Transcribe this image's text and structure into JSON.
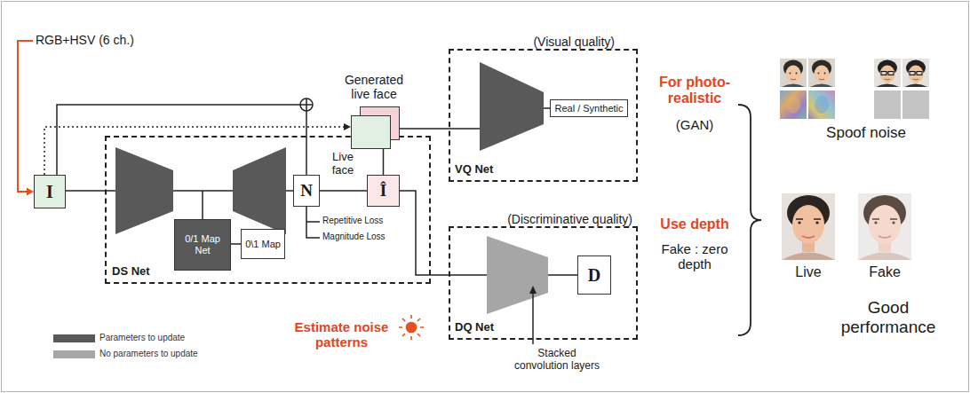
{
  "diagram": {
    "nodes": [
      {
        "text": [
          "I"
        ]
      },
      {
        "text": [
          "DS Net"
        ]
      },
      {
        "text": [
          "0/1 Map Net"
        ],
        "in": 1
      },
      {
        "text": [
          "0\\1 Map"
        ],
        "in": 1
      },
      {
        "text": [
          "N"
        ],
        "in": 1
      },
      {
        "text": [
          "Î"
        ],
        "in": 1
      },
      {
        "text": [
          "Generated live face"
        ]
      },
      {
        "text": [
          "(Visual quality)",
          "VQ Net"
        ]
      },
      {
        "text": [
          "Real / Synthetic"
        ],
        "in": 7
      },
      {
        "text": [
          "(Discriminative quality)",
          "DQ Net"
        ]
      },
      {
        "text": [
          "D"
        ],
        "in": 9
      }
    ],
    "edges": [
      {
        "from": 0,
        "to": 6,
        "arrow": "to"
      },
      {
        "from": 2,
        "to": 3,
        "arrow": "none"
      },
      {
        "from": 4,
        "to": 5,
        "arrow": "none"
      },
      {
        "from": 5,
        "to": 6,
        "arrow": "none"
      },
      {
        "from": 6,
        "to": 7,
        "arrow": "none"
      },
      {
        "from": 5,
        "to": 9,
        "arrow": "none"
      }
    ],
    "labels": [
      "RGB+HSV (6 ch.)",
      "Live face",
      "Repetitive Loss",
      "Magnitude Loss",
      "Estimate noise patterns",
      "Stacked convolution layers",
      "For photo-realistic",
      "(GAN)",
      "Use depth",
      "Fake : zero depth",
      "Spoof noise",
      "Live",
      "Fake",
      "Good performance"
    ],
    "legend": [
      {
        "text": "Parameters to update",
        "color": "#595959"
      },
      {
        "text": "No parameters to update",
        "color": "#a6a6a6"
      }
    ]
  }
}
